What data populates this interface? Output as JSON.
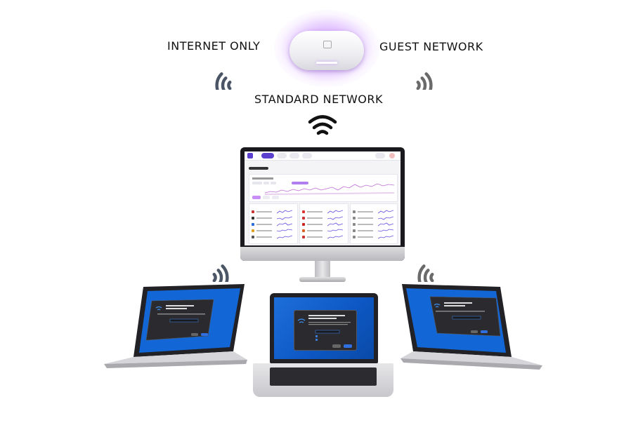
{
  "labels": {
    "internet_only": "INTERNET ONLY",
    "guest_network": "GUEST NETWORK",
    "standard_network": "STANDARD NETWORK"
  },
  "icons": {
    "router": "access-point-icon",
    "wifi": "wifi-icon"
  },
  "colors": {
    "glow": "#b877ff",
    "wifi_left": "#4a5566",
    "wifi_right": "#6a6a6a",
    "wifi_center": "#111111",
    "screen_blue": "#1366d6",
    "dashboard_accent": "#5b3fcf"
  }
}
